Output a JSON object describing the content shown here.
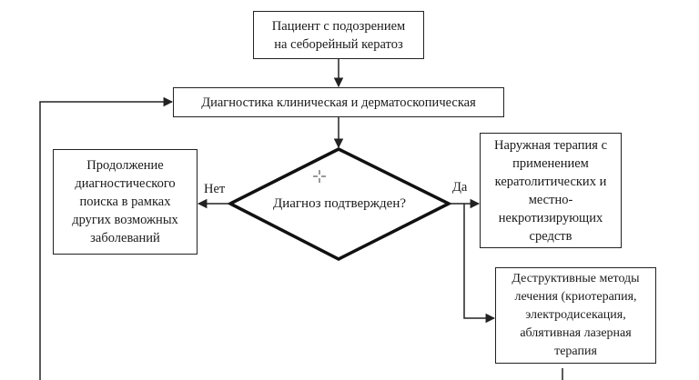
{
  "diagram": {
    "type": "flowchart",
    "nodes": {
      "start": {
        "text": "Пациент с подозрением\nна себорейный кератоз"
      },
      "diagnostics": {
        "text": "Диагностика клиническая и дерматоскопическая"
      },
      "decision": {
        "text": "Диагноз подтвержден?"
      },
      "continue_search": {
        "text": "Продолжение\nдиагностического\nпоиска в рамках\nдругих возможных\nзаболеваний"
      },
      "topical_therapy": {
        "text": "Наружная терапия с\nприменением\nкератолитических и\nместно-\nнекротизирующих\nсредств"
      },
      "destructive_methods": {
        "text": "Деструктивные методы\nлечения (криотерапия,\nэлектродисекация,\nаблятивная лазерная\nтерапия"
      }
    },
    "edge_labels": {
      "no": "Нет",
      "yes": "Да"
    },
    "edges": [
      {
        "from": "start",
        "to": "diagnostics"
      },
      {
        "from": "diagnostics",
        "to": "decision"
      },
      {
        "from": "decision",
        "to": "continue_search",
        "label": "Нет"
      },
      {
        "from": "decision",
        "to": "topical_therapy",
        "label": "Да"
      },
      {
        "from": "decision",
        "to": "destructive_methods",
        "label": "Да"
      },
      {
        "from": "loop",
        "to": "diagnostics"
      }
    ],
    "colors": {
      "stroke": "#222222",
      "background": "#ffffff"
    }
  }
}
